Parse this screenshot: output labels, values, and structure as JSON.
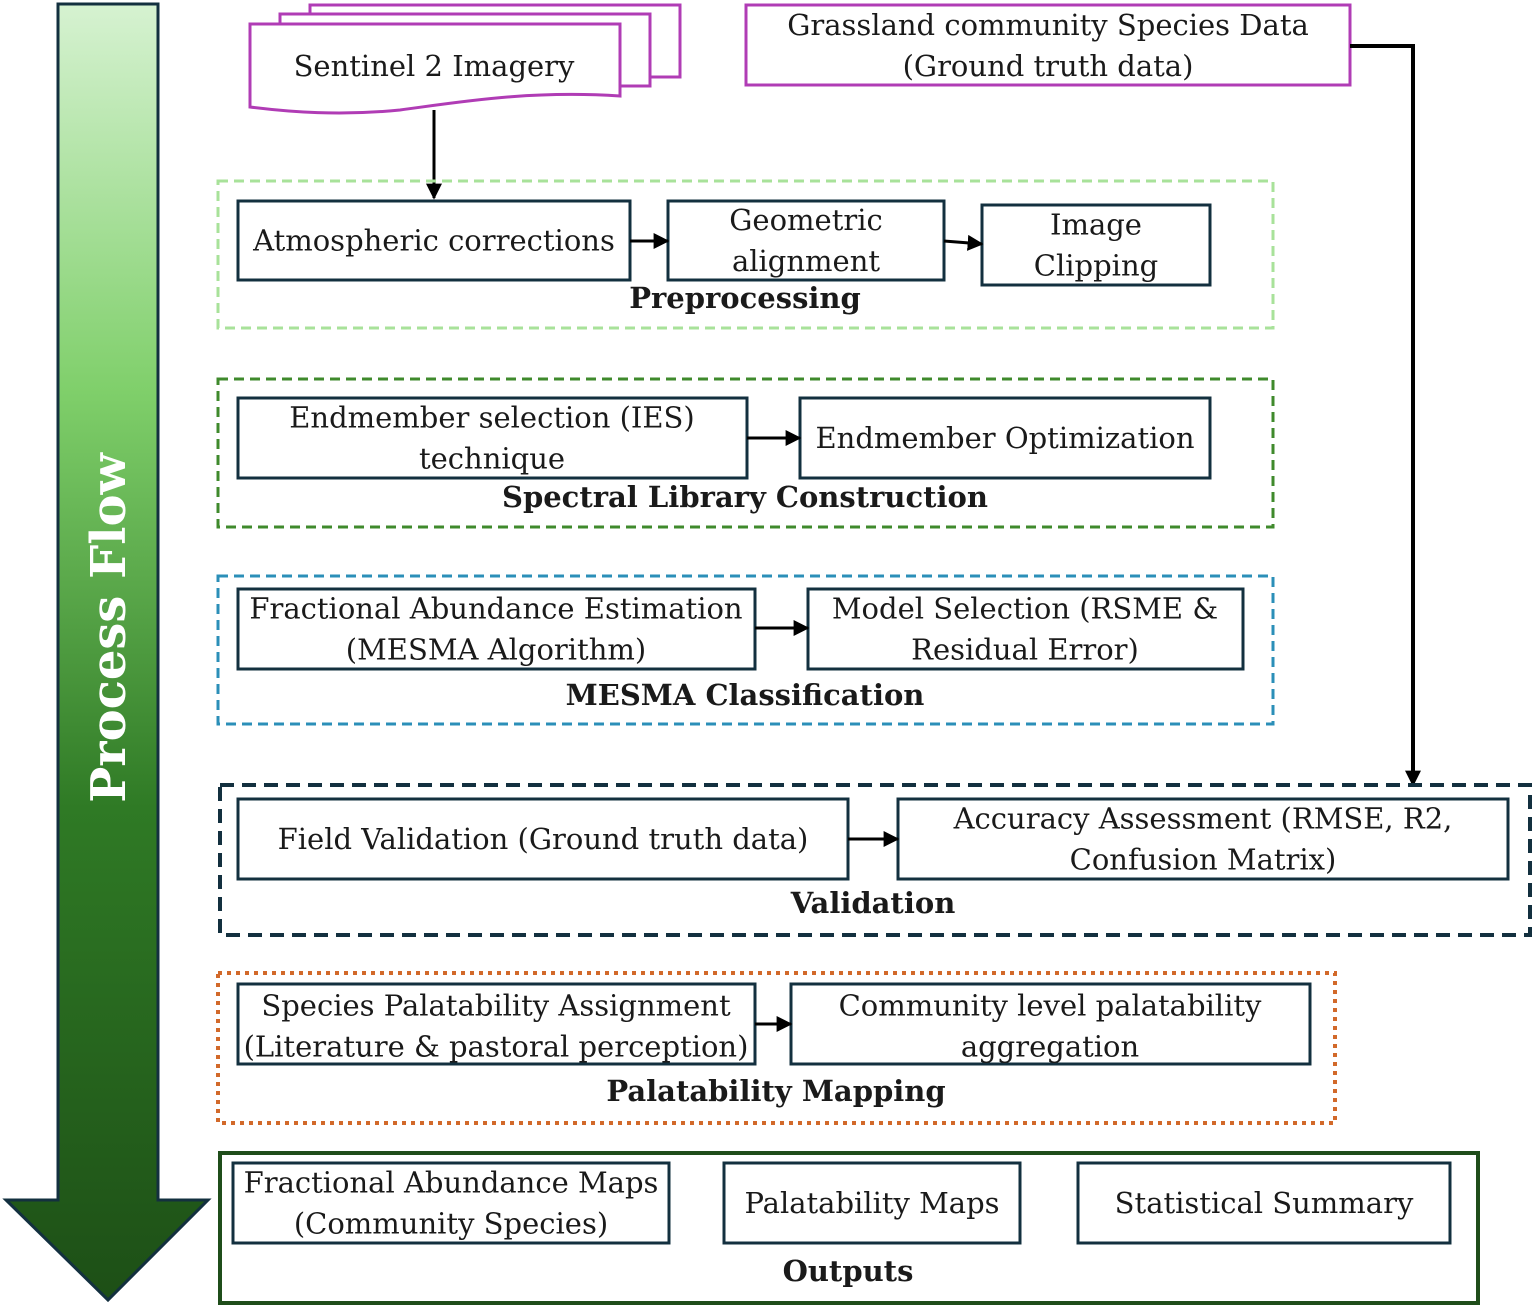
{
  "process_flow_label": "Process Flow",
  "inputs": {
    "imagery": "Sentinel 2 Imagery",
    "ground_truth_line1": "Grassland community Species Data",
    "ground_truth_line2": "(Ground truth data)"
  },
  "stages": {
    "preprocessing": {
      "label": "Preprocessing",
      "color": "#a8e29a",
      "steps": [
        "Atmospheric corrections",
        "Geometric|alignment",
        "Image|Clipping"
      ]
    },
    "spectral": {
      "label": "Spectral Library Construction",
      "color": "#3f8a2c",
      "steps": [
        "Endmember selection (IES)|technique",
        "Endmember Optimization"
      ]
    },
    "mesma": {
      "label": "MESMA Classification",
      "color": "#2b8fb8",
      "steps": [
        "Fractional Abundance Estimation|(MESMA Algorithm)",
        "Model Selection (RSME &|Residual Error)"
      ]
    },
    "validation": {
      "label": "Validation",
      "color": "#13303f",
      "steps": [
        "Field Validation (Ground truth data)",
        "Accuracy Assessment (RMSE, R2,|Confusion Matrix)"
      ]
    },
    "palatability": {
      "label": "Palatability Mapping",
      "color": "#d2692a",
      "steps": [
        "Species Palatability Assignment|(Literature & pastoral perception)",
        "Community level palatability|aggregation"
      ]
    },
    "outputs": {
      "label": "Outputs",
      "color": "#1f4d1a",
      "steps": [
        "Fractional Abundance Maps|(Community Species)",
        "Palatability Maps",
        "Statistical Summary"
      ]
    }
  },
  "colors": {
    "input_border": "#b03cb5",
    "box_border": "#13303f",
    "arrow_top": "#d6f2d1",
    "arrow_mid": "#7fcf6a",
    "arrow_bottom": "#1d4f16"
  }
}
